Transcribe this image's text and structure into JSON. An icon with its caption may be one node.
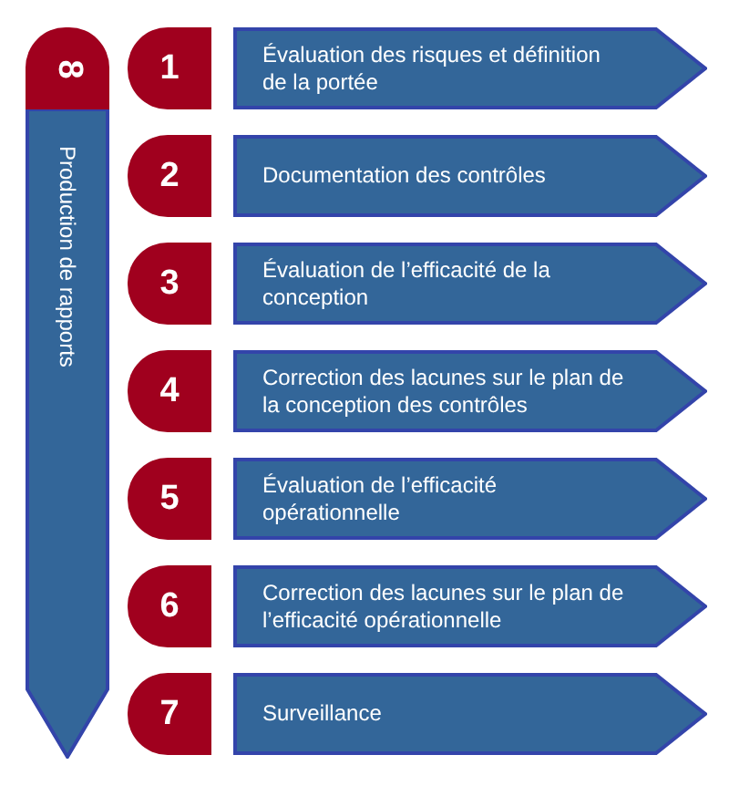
{
  "diagram": {
    "nodes": [
      {
        "text": [
          "8"
        ]
      },
      {
        "text": [
          "Production de rapports"
        ]
      },
      {
        "text": [
          "1"
        ]
      },
      {
        "text": [
          "Évaluation des risques et définition de la portée"
        ]
      },
      {
        "text": [
          "2"
        ]
      },
      {
        "text": [
          "Documentation des contrôles"
        ]
      },
      {
        "text": [
          "3"
        ]
      },
      {
        "text": [
          "Évaluation de l’efficacité de la conception"
        ]
      },
      {
        "text": [
          "4"
        ]
      },
      {
        "text": [
          "Correction des lacunes sur le plan de la conception des contrôles"
        ]
      },
      {
        "text": [
          "5"
        ]
      },
      {
        "text": [
          "Évaluation de l’efficacité opérationnelle"
        ]
      },
      {
        "text": [
          "6"
        ]
      },
      {
        "text": [
          "Correction des lacunes sur le plan de l’efficacité opérationnelle"
        ]
      },
      {
        "text": [
          "7"
        ]
      },
      {
        "text": [
          "Surveillance"
        ]
      }
    ]
  }
}
